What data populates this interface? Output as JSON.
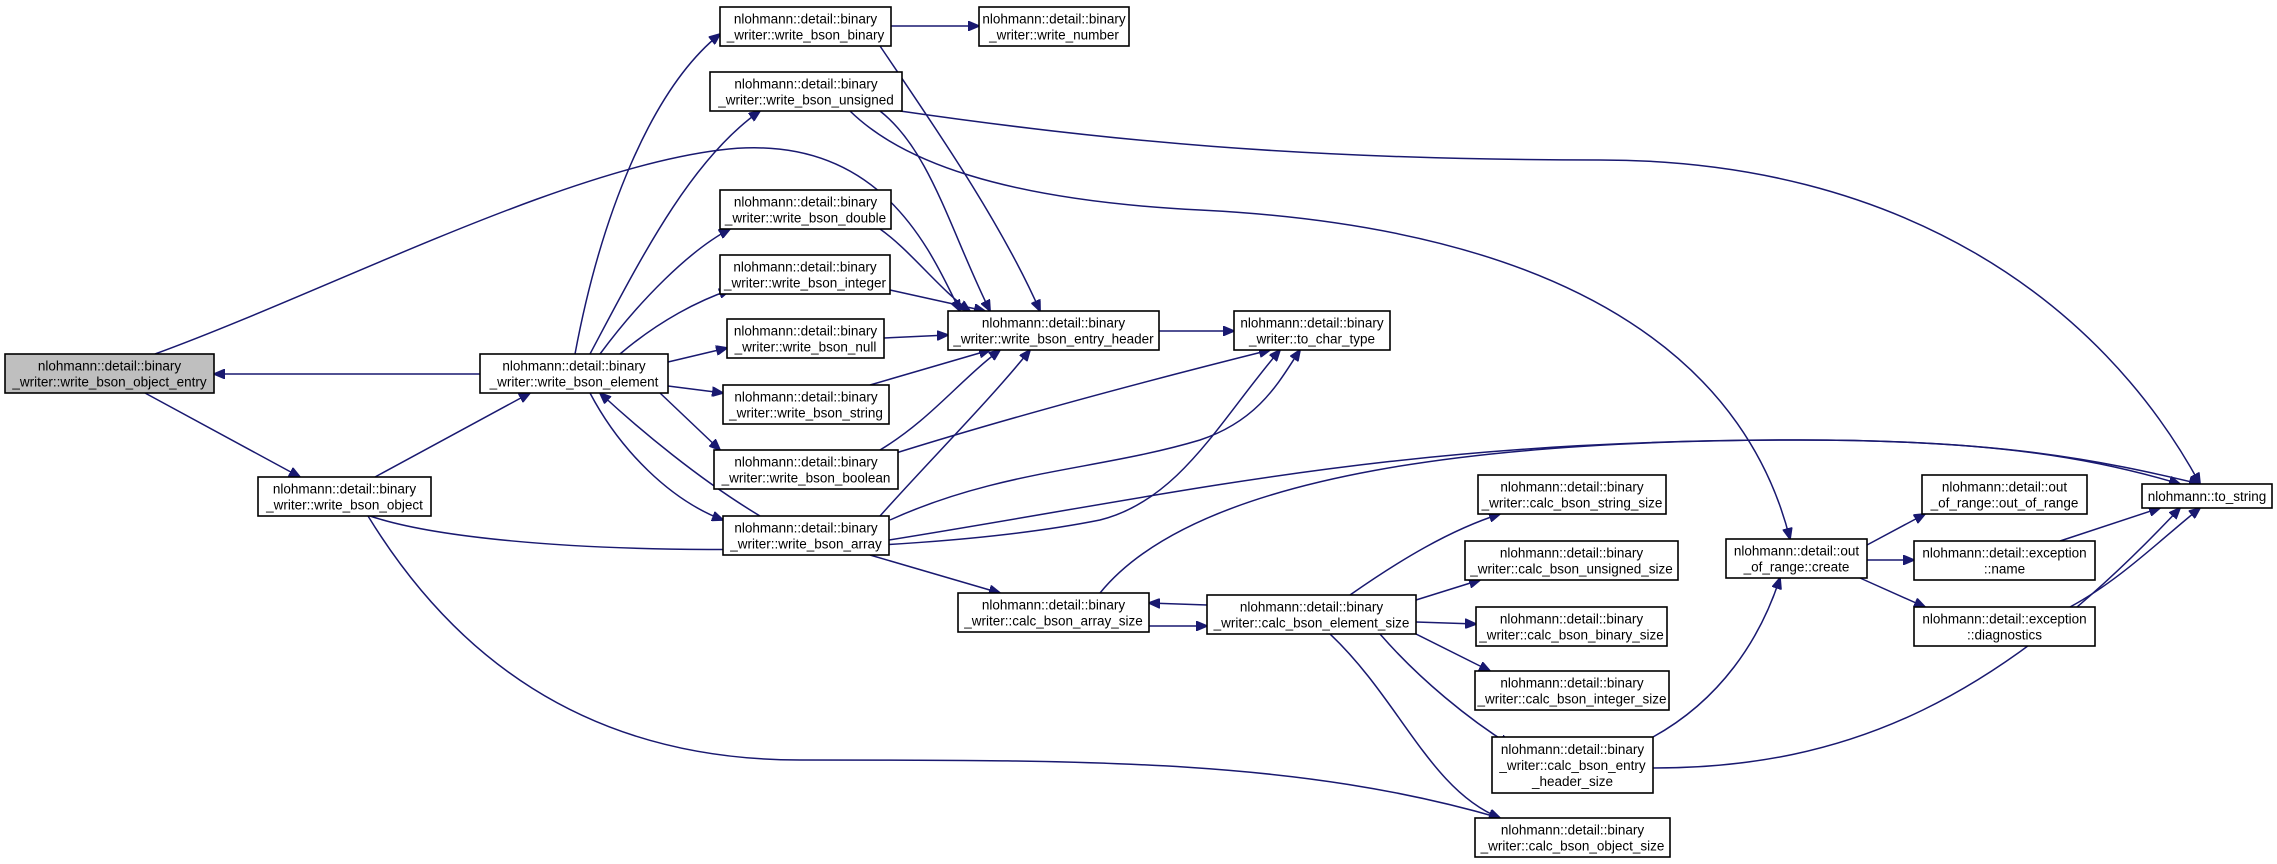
{
  "graph": {
    "title": "",
    "nodes": [
      {
        "id": "write_bson_object_entry",
        "lines": [
          "nlohmann::detail::binary",
          "_writer::write_bson_object_entry"
        ],
        "highlight": true
      },
      {
        "id": "write_bson_object",
        "lines": [
          "nlohmann::detail::binary",
          "_writer::write_bson_object"
        ]
      },
      {
        "id": "write_bson_element",
        "lines": [
          "nlohmann::detail::binary",
          "_writer::write_bson_element"
        ]
      },
      {
        "id": "write_bson_binary",
        "lines": [
          "nlohmann::detail::binary",
          "_writer::write_bson_binary"
        ]
      },
      {
        "id": "write_number",
        "lines": [
          "nlohmann::detail::binary",
          "_writer::write_number"
        ]
      },
      {
        "id": "write_bson_unsigned",
        "lines": [
          "nlohmann::detail::binary",
          "_writer::write_bson_unsigned"
        ]
      },
      {
        "id": "write_bson_double",
        "lines": [
          "nlohmann::detail::binary",
          "_writer::write_bson_double"
        ]
      },
      {
        "id": "write_bson_integer",
        "lines": [
          "nlohmann::detail::binary",
          "_writer::write_bson_integer"
        ]
      },
      {
        "id": "write_bson_null",
        "lines": [
          "nlohmann::detail::binary",
          "_writer::write_bson_null"
        ]
      },
      {
        "id": "write_bson_string",
        "lines": [
          "nlohmann::detail::binary",
          "_writer::write_bson_string"
        ]
      },
      {
        "id": "write_bson_boolean",
        "lines": [
          "nlohmann::detail::binary",
          "_writer::write_bson_boolean"
        ]
      },
      {
        "id": "write_bson_array",
        "lines": [
          "nlohmann::detail::binary",
          "_writer::write_bson_array"
        ]
      },
      {
        "id": "write_bson_entry_header",
        "lines": [
          "nlohmann::detail::binary",
          "_writer::write_bson_entry_header"
        ]
      },
      {
        "id": "to_char_type",
        "lines": [
          "nlohmann::detail::binary",
          "_writer::to_char_type"
        ]
      },
      {
        "id": "calc_bson_array_size",
        "lines": [
          "nlohmann::detail::binary",
          "_writer::calc_bson_array_size"
        ]
      },
      {
        "id": "calc_bson_element_size",
        "lines": [
          "nlohmann::detail::binary",
          "_writer::calc_bson_element_size"
        ]
      },
      {
        "id": "calc_bson_string_size",
        "lines": [
          "nlohmann::detail::binary",
          "_writer::calc_bson_string_size"
        ]
      },
      {
        "id": "calc_bson_unsigned_size",
        "lines": [
          "nlohmann::detail::binary",
          "_writer::calc_bson_unsigned_size"
        ]
      },
      {
        "id": "calc_bson_binary_size",
        "lines": [
          "nlohmann::detail::binary",
          "_writer::calc_bson_binary_size"
        ]
      },
      {
        "id": "calc_bson_integer_size",
        "lines": [
          "nlohmann::detail::binary",
          "_writer::calc_bson_integer_size"
        ]
      },
      {
        "id": "calc_bson_entry_header_size",
        "lines": [
          "nlohmann::detail::binary",
          "_writer::calc_bson_entry",
          "_header_size"
        ]
      },
      {
        "id": "calc_bson_object_size",
        "lines": [
          "nlohmann::detail::binary",
          "_writer::calc_bson_object_size"
        ]
      },
      {
        "id": "out_of_range_create",
        "lines": [
          "nlohmann::detail::out",
          "_of_range::create"
        ]
      },
      {
        "id": "out_of_range_ctor",
        "lines": [
          "nlohmann::detail::out",
          "_of_range::out_of_range"
        ]
      },
      {
        "id": "exception_name",
        "lines": [
          "nlohmann::detail::exception",
          "::name"
        ]
      },
      {
        "id": "exception_diagnostics",
        "lines": [
          "nlohmann::detail::exception",
          "::diagnostics"
        ]
      },
      {
        "id": "to_string",
        "lines": [
          "nlohmann::to_string"
        ]
      }
    ],
    "edges": [
      {
        "from": "write_bson_object_entry",
        "to": "write_bson_entry_header"
      },
      {
        "from": "write_bson_object_entry",
        "to": "write_bson_object"
      },
      {
        "from": "write_bson_object",
        "to": "write_bson_element"
      },
      {
        "from": "write_bson_object",
        "to": "to_char_type"
      },
      {
        "from": "write_bson_object",
        "to": "calc_bson_object_size"
      },
      {
        "from": "write_bson_element",
        "to": "write_bson_object_entry"
      },
      {
        "from": "write_bson_element",
        "to": "write_bson_binary"
      },
      {
        "from": "write_bson_element",
        "to": "write_bson_unsigned"
      },
      {
        "from": "write_bson_element",
        "to": "write_bson_double"
      },
      {
        "from": "write_bson_element",
        "to": "write_bson_integer"
      },
      {
        "from": "write_bson_element",
        "to": "write_bson_null"
      },
      {
        "from": "write_bson_element",
        "to": "write_bson_string"
      },
      {
        "from": "write_bson_element",
        "to": "write_bson_boolean"
      },
      {
        "from": "write_bson_element",
        "to": "write_bson_array"
      },
      {
        "from": "write_bson_binary",
        "to": "write_number"
      },
      {
        "from": "write_bson_binary",
        "to": "write_bson_entry_header"
      },
      {
        "from": "write_bson_unsigned",
        "to": "write_bson_entry_header"
      },
      {
        "from": "write_bson_unsigned",
        "to": "out_of_range_create"
      },
      {
        "from": "write_bson_unsigned",
        "to": "to_string"
      },
      {
        "from": "write_bson_double",
        "to": "write_bson_entry_header"
      },
      {
        "from": "write_bson_integer",
        "to": "write_bson_entry_header"
      },
      {
        "from": "write_bson_null",
        "to": "write_bson_entry_header"
      },
      {
        "from": "write_bson_string",
        "to": "write_bson_entry_header"
      },
      {
        "from": "write_bson_boolean",
        "to": "write_bson_entry_header"
      },
      {
        "from": "write_bson_boolean",
        "to": "to_char_type"
      },
      {
        "from": "write_bson_array",
        "to": "write_bson_element"
      },
      {
        "from": "write_bson_array",
        "to": "write_bson_entry_header"
      },
      {
        "from": "write_bson_array",
        "to": "to_char_type"
      },
      {
        "from": "write_bson_array",
        "to": "to_string"
      },
      {
        "from": "write_bson_array",
        "to": "calc_bson_array_size"
      },
      {
        "from": "write_bson_entry_header",
        "to": "to_char_type"
      },
      {
        "from": "calc_bson_array_size",
        "to": "calc_bson_element_size"
      },
      {
        "from": "calc_bson_array_size",
        "to": "to_string"
      },
      {
        "from": "calc_bson_element_size",
        "to": "calc_bson_array_size"
      },
      {
        "from": "calc_bson_element_size",
        "to": "calc_bson_string_size"
      },
      {
        "from": "calc_bson_element_size",
        "to": "calc_bson_unsigned_size"
      },
      {
        "from": "calc_bson_element_size",
        "to": "calc_bson_binary_size"
      },
      {
        "from": "calc_bson_element_size",
        "to": "calc_bson_integer_size"
      },
      {
        "from": "calc_bson_element_size",
        "to": "calc_bson_entry_header_size"
      },
      {
        "from": "calc_bson_element_size",
        "to": "calc_bson_object_size"
      },
      {
        "from": "calc_bson_entry_header_size",
        "to": "out_of_range_create"
      },
      {
        "from": "calc_bson_entry_header_size",
        "to": "to_string"
      },
      {
        "from": "out_of_range_create",
        "to": "out_of_range_ctor"
      },
      {
        "from": "out_of_range_create",
        "to": "exception_name"
      },
      {
        "from": "out_of_range_create",
        "to": "exception_diagnostics"
      },
      {
        "from": "exception_name",
        "to": "to_string"
      },
      {
        "from": "exception_diagnostics",
        "to": "to_string"
      }
    ],
    "colors": {
      "edge": "#191970",
      "node_border": "#000000",
      "node_fill": "#ffffff",
      "highlight_fill": "#bfbfbf"
    }
  }
}
